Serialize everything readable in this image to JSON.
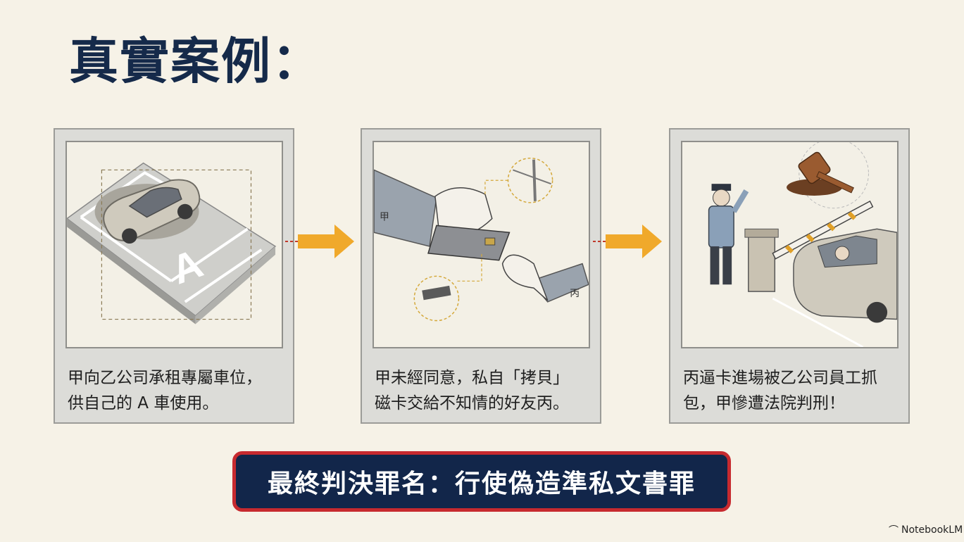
{
  "title": "真實案例：",
  "panels": [
    {
      "caption_line1": "甲向乙公司承租專屬車位，",
      "caption_line2": "供自己的 A 車使用。",
      "parking_label": "A"
    },
    {
      "caption_line1": "甲未經同意，私自「拷貝」",
      "caption_line2": "磁卡交給不知情的好友丙。",
      "sleeve_left_label": "甲",
      "sleeve_right_label": "丙"
    },
    {
      "caption_line1": "丙逼卡進場被乙公司員工抓",
      "caption_line2": "包，甲慘遭法院判刑！"
    }
  ],
  "verdict": "最終判決罪名：行使偽造準私文書罪",
  "brand": "NotebookLM",
  "colors": {
    "title": "#152a4a",
    "verdict_bg": "#12264a",
    "verdict_border": "#c72a2f",
    "arrow": "#f0a92b"
  }
}
